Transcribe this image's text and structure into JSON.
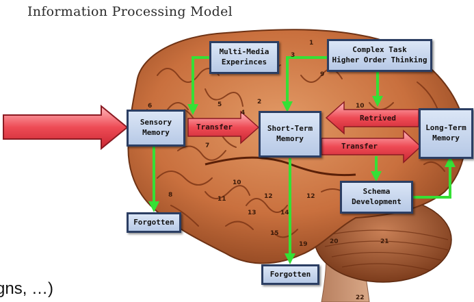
{
  "title": "Information Processing Model",
  "boxes": {
    "sensory_memory": [
      "Sensory",
      "Memory"
    ],
    "multimedia": [
      "Multi-Media",
      "Experinces"
    ],
    "complex_task": [
      "Complex Task",
      "Higher Order Thinking"
    ],
    "short_term": [
      "Short-Term",
      "Memory"
    ],
    "long_term": [
      "Long-Term",
      "Memory"
    ],
    "schema": [
      "Schema",
      "Development"
    ],
    "forgotten_left": "Forgotten",
    "forgotten_center": "Forgotten"
  },
  "arrow_labels": {
    "transfer_1": "Transfer",
    "retrived": "Retrived",
    "transfer_2": "Transfer"
  },
  "brain_numbers": [
    "1",
    "2",
    "3",
    "4",
    "5",
    "6",
    "7",
    "8",
    "9",
    "10",
    "10",
    "11",
    "12",
    "12",
    "13",
    "14",
    "15",
    "19",
    "20",
    "21",
    "22"
  ],
  "footer_text": "gns, …)",
  "colors": {
    "box_fill": "#c8d7ef",
    "box_border": "#2b3e63",
    "red_arrow": "#e8404a",
    "green_arrow": "#33dd33",
    "brain": "#c9703e"
  }
}
